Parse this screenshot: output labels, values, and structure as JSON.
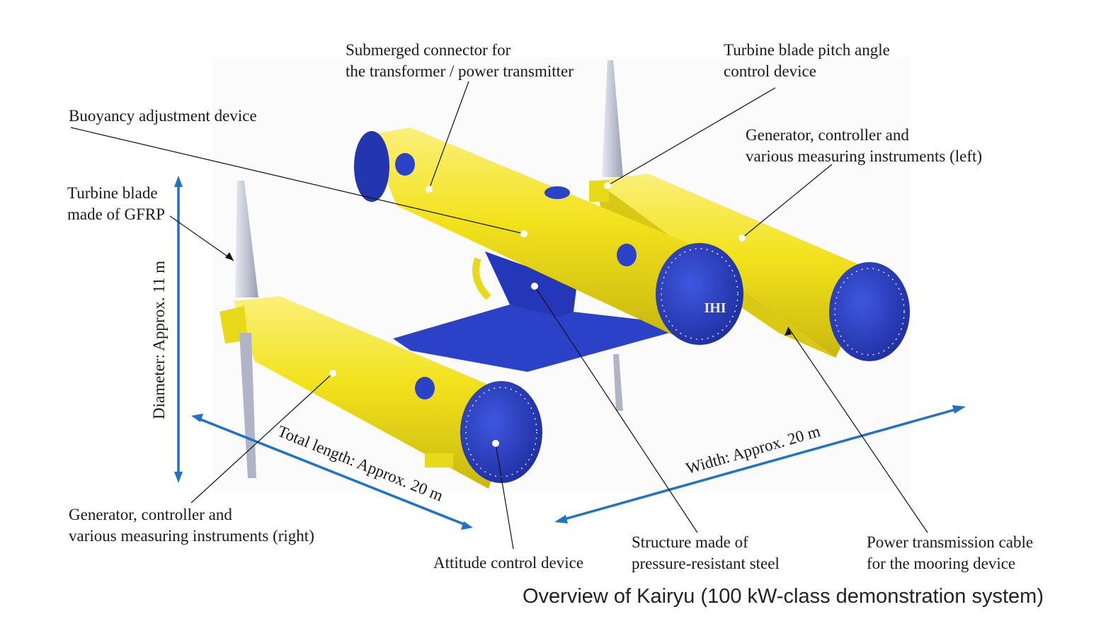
{
  "labels": {
    "submerged_connector": [
      "Submerged connector for",
      "the transformer / power transmitter"
    ],
    "pitch_control": [
      "Turbine blade pitch angle",
      "control device"
    ],
    "buoyancy": [
      "Buoyancy adjustment device"
    ],
    "generator_left": [
      "Generator, controller and",
      "various measuring instruments (left)"
    ],
    "turbine_blade": [
      "Turbine blade",
      "made of GFRP"
    ],
    "generator_right": [
      "Generator, controller and",
      "various measuring instruments (right)"
    ],
    "attitude": [
      "Attitude control device"
    ],
    "structure": [
      "Structure made of",
      "pressure-resistant steel"
    ],
    "power_cable": [
      "Power transmission cable",
      "for the mooring device"
    ]
  },
  "dimensions": {
    "diameter": "Diameter: Approx. 11 m",
    "length": "Total length: Approx. 20 m",
    "width": "Width: Approx. 20 m"
  },
  "logo_text": "IHI",
  "caption": "Overview of Kairyu (100 kW-class demonstration system)",
  "colors": {
    "hull_yellow": "#f2e21c",
    "endcap_blue": "#2a3fc4",
    "dimension_blue": "#1f73c2",
    "blade_grey": "#c8ccd8"
  }
}
